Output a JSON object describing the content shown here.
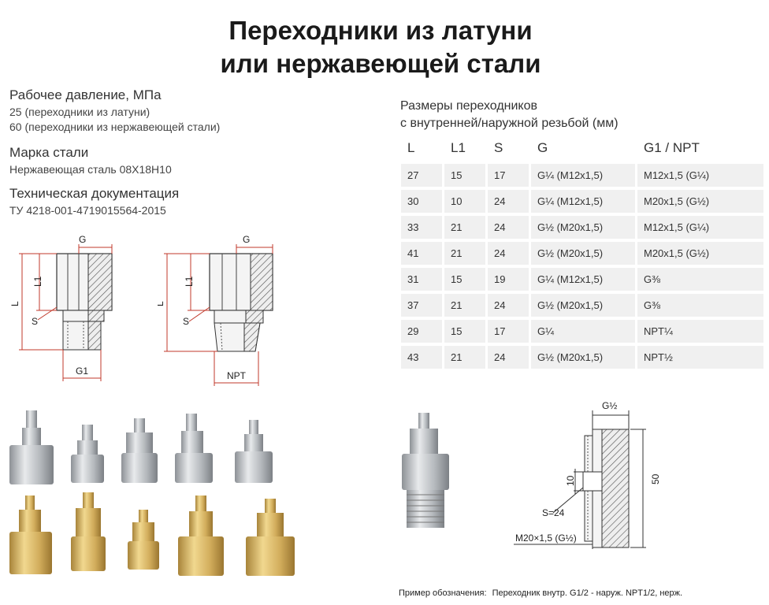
{
  "title": {
    "line1": "Переходники из латуни",
    "line2": "или нержавеющей стали"
  },
  "specs": {
    "pressure_heading": "Рабочее давление, МПа",
    "pressure_brass": "25 (переходники из латуни)",
    "pressure_steel": "60 (переходники из нержавеющей стали)",
    "steel_heading": "Марка стали",
    "steel_value": "Нержавеющая сталь 08Х18Н10",
    "docs_heading": "Техническая документация",
    "docs_value": "ТУ 4218-001-4719015564-2015"
  },
  "table": {
    "caption_line1": "Размеры переходников",
    "caption_line2": "с внутренней/наружной резьбой (мм)",
    "headers": [
      "L",
      "L1",
      "S",
      "G",
      "G1 / NPT"
    ],
    "rows": [
      [
        "27",
        "15",
        "17",
        "G¼ (M12x1,5)",
        "M12x1,5 (G¼)"
      ],
      [
        "30",
        "10",
        "24",
        "G¼ (M12x1,5)",
        "M20x1,5 (G½)"
      ],
      [
        "33",
        "21",
        "24",
        "G½ (M20x1,5)",
        "M12x1,5 (G¼)"
      ],
      [
        "41",
        "21",
        "24",
        "G½ (M20x1,5)",
        "M20x1,5 (G½)"
      ],
      [
        "31",
        "15",
        "19",
        "G¼ (M12x1,5)",
        "G⅜"
      ],
      [
        "37",
        "21",
        "24",
        "G½ (M20x1,5)",
        "G⅜"
      ],
      [
        "29",
        "15",
        "17",
        "G¼",
        "NPT¼"
      ],
      [
        "43",
        "21",
        "24",
        "G½ (M20x1,5)",
        "NPT½"
      ]
    ]
  },
  "drawing_left": {
    "l": "L",
    "l1": "L1",
    "s": "S",
    "g": "G",
    "g1": "G1"
  },
  "drawing_right": {
    "l": "L",
    "l1": "L1",
    "s": "S",
    "g": "G",
    "npt": "NPT"
  },
  "drawing_example": {
    "g_half": "G½",
    "d10": "10",
    "d50": "50",
    "s24": "S=24",
    "m20": "M20×1,5 (G½)"
  },
  "footnote": {
    "label": "Пример обозначения:",
    "text": "Переходник внутр. G1/2 - наруж. NPT1/2, нерж."
  },
  "colors": {
    "steel": "#b8bcc0",
    "brass": "#d6b46a",
    "dim_red": "#c0392b",
    "cell_bg": "#f0f0f0"
  }
}
